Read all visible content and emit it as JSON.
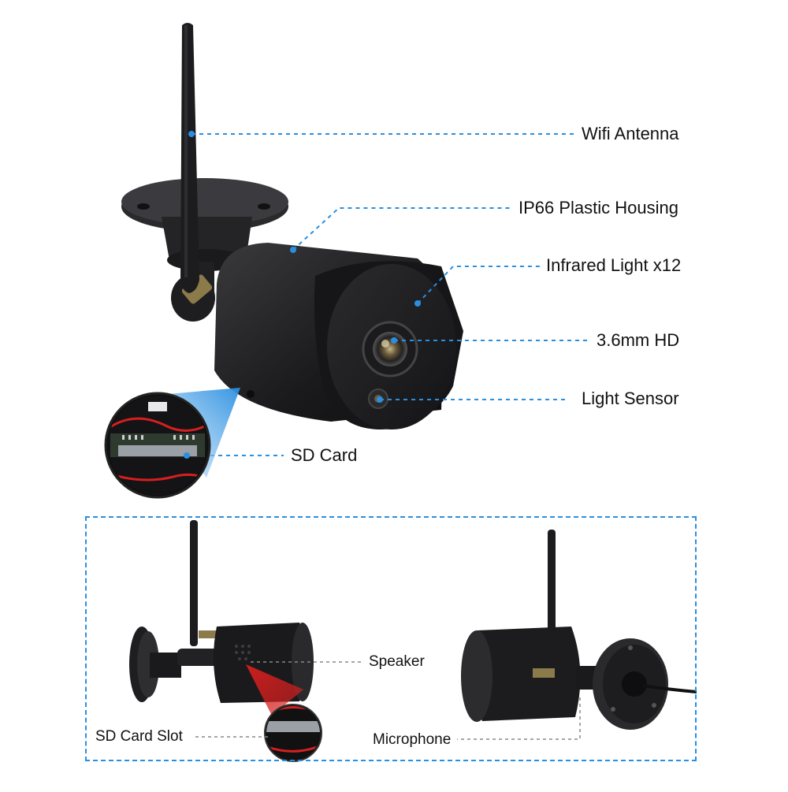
{
  "callouts": {
    "wifi_antenna": "Wifi Antenna",
    "housing": "IP66 Plastic Housing",
    "infrared": "Infrared Light x12",
    "lens": "3.6mm HD",
    "light_sensor": "Light Sensor",
    "sd_card": "SD Card"
  },
  "detail_panel": {
    "speaker": "Speaker",
    "sd_card_slot": "SD Card Slot",
    "microphone": "Microphone"
  },
  "colors": {
    "callout_line": "#2a8fe0",
    "camera_body": "#1c1c1e",
    "highlight_red": "#d61f1f"
  }
}
